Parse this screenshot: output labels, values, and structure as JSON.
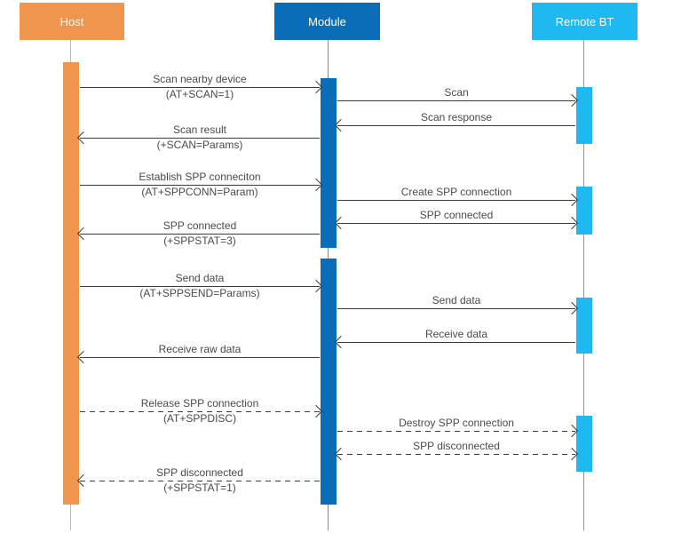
{
  "diagram": {
    "type": "sequence-diagram",
    "actors": [
      {
        "id": "host",
        "label": "Host",
        "color": "#F0954D"
      },
      {
        "id": "module",
        "label": "Module",
        "color": "#0B6CB8"
      },
      {
        "id": "remote",
        "label": "Remote BT",
        "color": "#1FB8F0"
      }
    ],
    "left": [
      {
        "label": "Scan nearby device",
        "sublabel": "(AT+SCAN=1)",
        "from": "Host",
        "to": "Module",
        "line": "solid"
      },
      {
        "label": "Scan result",
        "sublabel": "(+SCAN=Params)",
        "from": "Module",
        "to": "Host",
        "line": "solid"
      },
      {
        "label": "Establish SPP conneciton",
        "sublabel": "(AT+SPPCONN=Param)",
        "from": "Host",
        "to": "Module",
        "line": "solid"
      },
      {
        "label": "SPP connected",
        "sublabel": "(+SPPSTAT=3)",
        "from": "Module",
        "to": "Host",
        "line": "solid"
      },
      {
        "label": "Send data",
        "sublabel": "(AT+SPPSEND=Params)",
        "from": "Host",
        "to": "Module",
        "line": "solid"
      },
      {
        "label": "Receive raw data",
        "sublabel": "",
        "from": "Module",
        "to": "Host",
        "line": "solid"
      },
      {
        "label": "Release SPP connection",
        "sublabel": "(AT+SPPDISC)",
        "from": "Host",
        "to": "Module",
        "line": "dashed"
      },
      {
        "label": "SPP disconnected",
        "sublabel": "(+SPPSTAT=1)",
        "from": "Module",
        "to": "Host",
        "line": "dashed"
      }
    ],
    "right": [
      {
        "label": "Scan",
        "from": "Module",
        "to": "Remote BT",
        "line": "solid"
      },
      {
        "label": "Scan response",
        "from": "Remote BT",
        "to": "Module",
        "line": "solid"
      },
      {
        "label": "Create SPP connection",
        "from": "Module",
        "to": "Remote BT",
        "line": "solid"
      },
      {
        "label": "SPP connected",
        "from": "Module",
        "to": "Remote BT",
        "direction": "both",
        "line": "solid"
      },
      {
        "label": "Send data",
        "from": "Module",
        "to": "Remote BT",
        "line": "solid"
      },
      {
        "label": "Receive data",
        "from": "Remote BT",
        "to": "Module",
        "line": "solid"
      },
      {
        "label": "Destroy SPP connection",
        "from": "Module",
        "to": "Remote BT",
        "line": "dashed"
      },
      {
        "label": "SPP disconnected",
        "from": "Module",
        "to": "Remote BT",
        "direction": "both",
        "line": "dashed"
      }
    ],
    "colors": {
      "host": "#F0954D",
      "module": "#0B6CB8",
      "remote": "#1FB8F0",
      "arrow": "#3C3C3C",
      "text": "#4A4A4A",
      "background": "#FFFFFF"
    }
  }
}
